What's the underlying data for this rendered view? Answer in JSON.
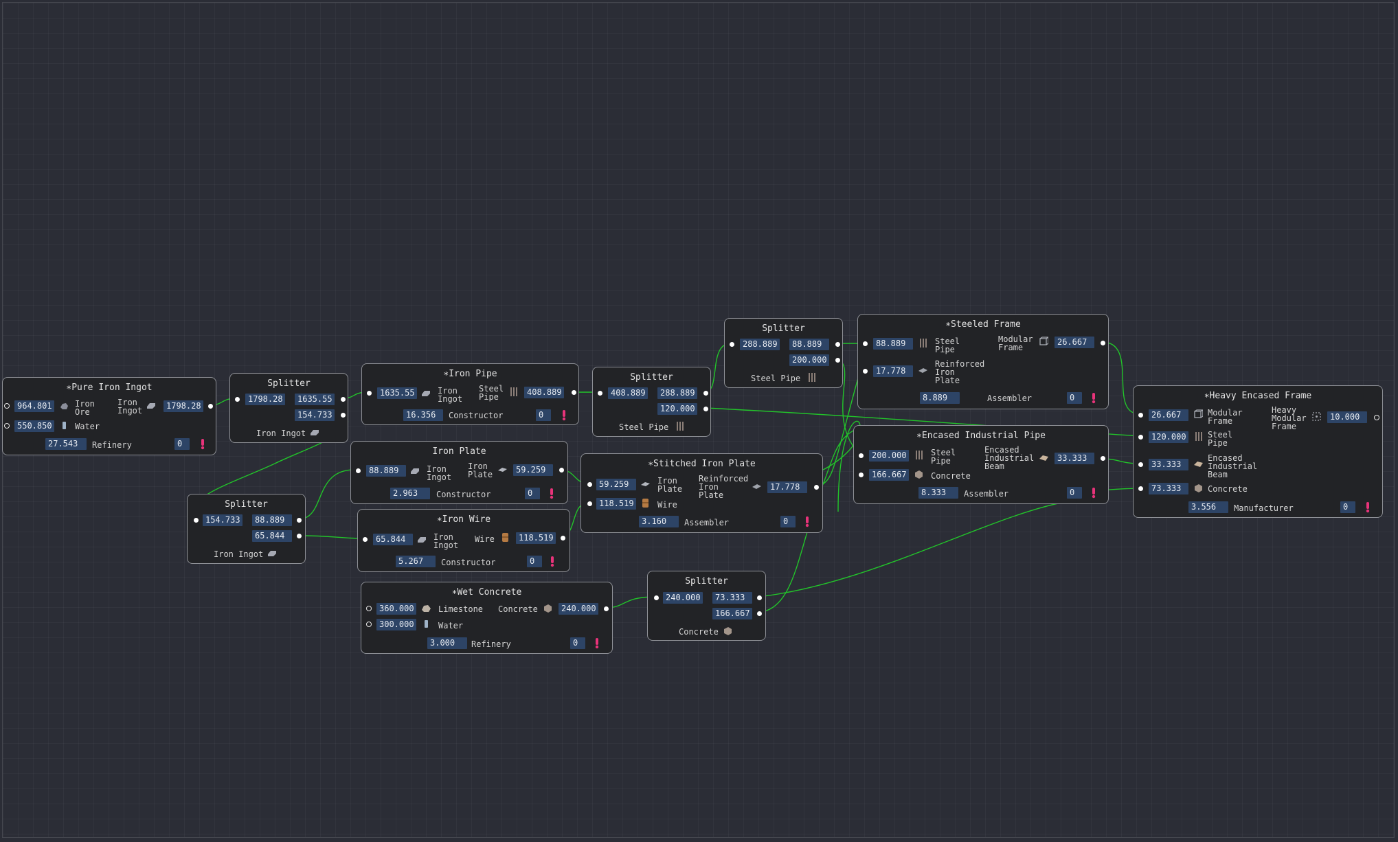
{
  "colors": {
    "wire": "#22c42a",
    "value_bg": "#2d4466",
    "warning": "#e8337a",
    "node_border": "#8e9096"
  },
  "nodes": {
    "pure_iron_ingot": {
      "title": "∗Pure Iron Ingot",
      "in1_value": "964.801",
      "in1_label": "Iron\nOre",
      "in2_value": "550.850",
      "in2_label": "Water",
      "out_label": "Iron\nIngot",
      "out_value": "1798.28",
      "rate": "27.543",
      "building": "Refinery",
      "overclock": "0"
    },
    "splitter_a": {
      "title": "Splitter",
      "in_value": "1798.28",
      "out1_value": "1635.55",
      "out2_value": "154.733",
      "item": "Iron Ingot"
    },
    "iron_pipe": {
      "title": "∗Iron Pipe",
      "in_value": "1635.55",
      "in_label": "Iron\nIngot",
      "out_label": "Steel\nPipe",
      "out_value": "408.889",
      "rate": "16.356",
      "building": "Constructor",
      "overclock": "0"
    },
    "splitter_b": {
      "title": "Splitter",
      "in_value": "408.889",
      "out1_value": "288.889",
      "out2_value": "120.000",
      "item": "Steel Pipe"
    },
    "splitter_c": {
      "title": "Splitter",
      "in_value": "288.889",
      "out1_value": "88.889",
      "out2_value": "200.000",
      "item": "Steel Pipe"
    },
    "steeled_frame": {
      "title": "∗Steeled Frame",
      "in1_value": "88.889",
      "in1_label": "Steel\nPipe",
      "in2_value": "17.778",
      "in2_label": "Reinforced\nIron\nPlate",
      "out_label": "Modular\nFrame",
      "out_value": "26.667",
      "rate": "8.889",
      "building": "Assembler",
      "overclock": "0"
    },
    "heavy_encased_frame": {
      "title": "∗Heavy Encased Frame",
      "in1_value": "26.667",
      "in1_label": "Modular\nFrame",
      "in2_value": "120.000",
      "in2_label": "Steel\nPipe",
      "in3_value": "33.333",
      "in3_label": "Encased\nIndustrial\nBeam",
      "in4_value": "73.333",
      "in4_label": "Concrete",
      "out_label": "Heavy\nModular\nFrame",
      "out_value": "10.000",
      "rate": "3.556",
      "building": "Manufacturer",
      "overclock": "0"
    },
    "encased_industrial_pipe": {
      "title": "∗Encased Industrial Pipe",
      "in1_value": "200.000",
      "in1_label": "Steel\nPipe",
      "in2_value": "166.667",
      "in2_label": "Concrete",
      "out_label": "Encased\nIndustrial\nBeam",
      "out_value": "33.333",
      "rate": "8.333",
      "building": "Assembler",
      "overclock": "0"
    },
    "iron_plate": {
      "title": "Iron Plate",
      "in_value": "88.889",
      "in_label": "Iron\nIngot",
      "out_label": "Iron\nPlate",
      "out_value": "59.259",
      "rate": "2.963",
      "building": "Constructor",
      "overclock": "0"
    },
    "stitched_iron_plate": {
      "title": "∗Stitched Iron Plate",
      "in1_value": "59.259",
      "in1_label": "Iron\nPlate",
      "in2_value": "118.519",
      "in2_label": "Wire",
      "out_label": "Reinforced\nIron\nPlate",
      "out_value": "17.778",
      "rate": "3.160",
      "building": "Assembler",
      "overclock": "0"
    },
    "splitter_d": {
      "title": "Splitter",
      "in_value": "154.733",
      "out1_value": "88.889",
      "out2_value": "65.844",
      "item": "Iron Ingot"
    },
    "iron_wire": {
      "title": "∗Iron Wire",
      "in_value": "65.844",
      "in_label": "Iron\nIngot",
      "out_label": "Wire",
      "out_value": "118.519",
      "rate": "5.267",
      "building": "Constructor",
      "overclock": "0"
    },
    "wet_concrete": {
      "title": "∗Wet Concrete",
      "in1_value": "360.000",
      "in1_label": "Limestone",
      "in2_value": "300.000",
      "in2_label": "Water",
      "out_label": "Concrete",
      "out_value": "240.000",
      "rate": "3.000",
      "building": "Refinery",
      "overclock": "0"
    },
    "splitter_e": {
      "title": "Splitter",
      "in_value": "240.000",
      "out1_value": "73.333",
      "out2_value": "166.667",
      "item": "Concrete"
    }
  }
}
